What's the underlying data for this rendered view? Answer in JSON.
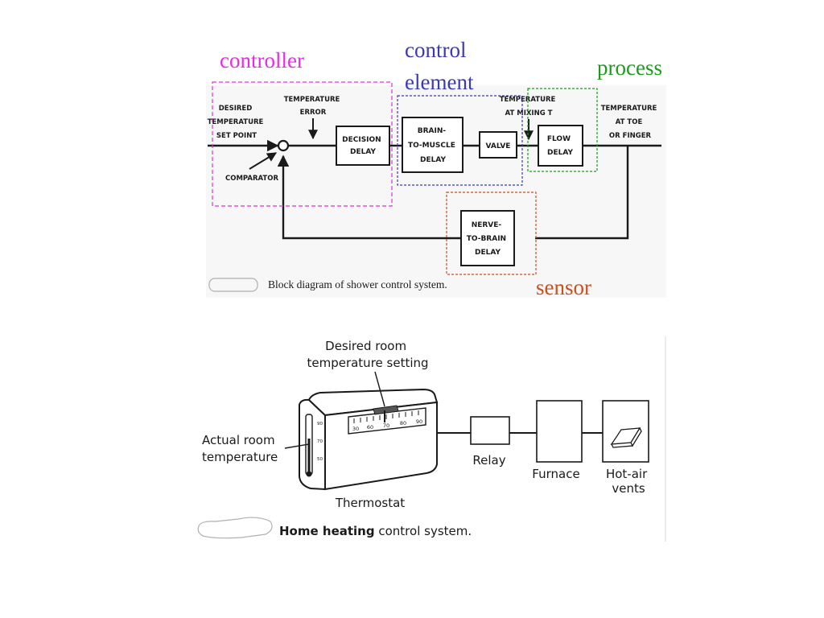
{
  "annotations": {
    "controller": "controller",
    "control_element_line1": "control",
    "control_element_line2": "element",
    "process": "process",
    "sensor": "sensor"
  },
  "colors": {
    "controller": "#e62de6",
    "control_element": "#3a3ab4",
    "process": "#1e9a1e",
    "sensor": "#c8501e",
    "ink": "#1a1a1a"
  },
  "shower_diagram": {
    "labels": {
      "desired_line1": "DESIRED",
      "desired_line2": "TEMPERATURE",
      "desired_line3": "SET POINT",
      "error_line1": "TEMPERATURE",
      "error_line2": "ERROR",
      "comparator": "COMPARATOR",
      "mixing_line1": "TEMPERATURE",
      "mixing_line2": "AT MIXING T",
      "toe_line1": "TEMPERATURE",
      "toe_line2": "AT TOE",
      "toe_line3": "OR FINGER"
    },
    "blocks": {
      "decision_line1": "DECISION",
      "decision_line2": "DELAY",
      "brain_line1": "BRAIN-",
      "brain_line2": "TO-MUSCLE",
      "brain_line3": "DELAY",
      "valve": "VALVE",
      "flow_line1": "FLOW",
      "flow_line2": "DELAY",
      "nerve_line1": "NERVE-",
      "nerve_line2": "TO-BRAIN",
      "nerve_line3": "DELAY"
    },
    "caption": "Block diagram of shower control system."
  },
  "heating_diagram": {
    "labels": {
      "desired_line1": "Desired room",
      "desired_line2": "temperature setting",
      "actual_line1": "Actual room",
      "actual_line2": "temperature",
      "thermostat": "Thermostat",
      "relay": "Relay",
      "furnace": "Furnace",
      "vents_line1": "Hot-air",
      "vents_line2": "vents"
    },
    "dial_scale": [
      "30",
      "60",
      "70",
      "80",
      "90"
    ],
    "thermometer_scale": [
      "90",
      "70",
      "50"
    ],
    "caption_bold": "Home heating",
    "caption_rest": " control system."
  }
}
